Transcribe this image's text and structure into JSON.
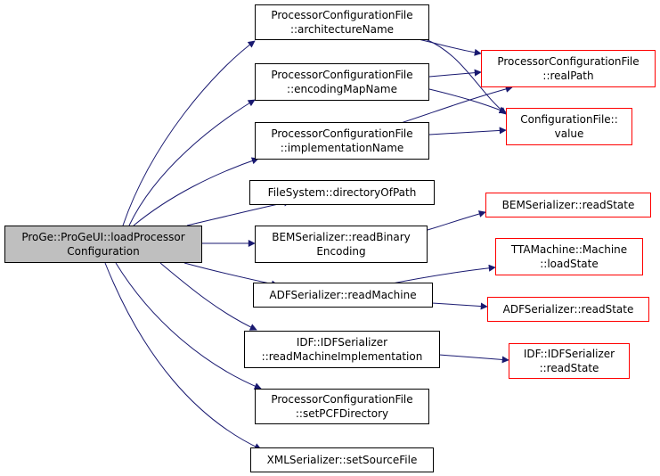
{
  "colors": {
    "edge": "#191970",
    "node_border": "#000000",
    "external_border": "#ff0000",
    "root_fill": "#bfbfbf"
  },
  "nodes": {
    "root": {
      "line1": "ProGe::ProGeUI::loadProcessor",
      "line2": "Configuration"
    },
    "archName": {
      "line1": "ProcessorConfigurationFile",
      "line2": "::architectureName"
    },
    "encMap": {
      "line1": "ProcessorConfigurationFile",
      "line2": "::encodingMapName"
    },
    "implName": {
      "line1": "ProcessorConfigurationFile",
      "line2": "::implementationName"
    },
    "dirOfPath": {
      "line1": "FileSystem::directoryOfPath"
    },
    "bemBinary": {
      "line1": "BEMSerializer::readBinary",
      "line2": "Encoding"
    },
    "adfMachine": {
      "line1": "ADFSerializer::readMachine"
    },
    "idfImpl": {
      "line1": "IDF::IDFSerializer",
      "line2": "::readMachineImplementation"
    },
    "setPcf": {
      "line1": "ProcessorConfigurationFile",
      "line2": "::setPCFDirectory"
    },
    "xmlSrc": {
      "line1": "XMLSerializer::setSourceFile"
    },
    "realPath": {
      "line1": "ProcessorConfigurationFile",
      "line2": "::realPath"
    },
    "cfgValue": {
      "line1": "ConfigurationFile::",
      "line2": "value"
    },
    "bemState": {
      "line1": "BEMSerializer::readState"
    },
    "ttaLoad": {
      "line1": "TTAMachine::Machine",
      "line2": "::loadState"
    },
    "adfState": {
      "line1": "ADFSerializer::readState"
    },
    "idfState": {
      "line1": "IDF::IDFSerializer",
      "line2": "::readState"
    }
  }
}
